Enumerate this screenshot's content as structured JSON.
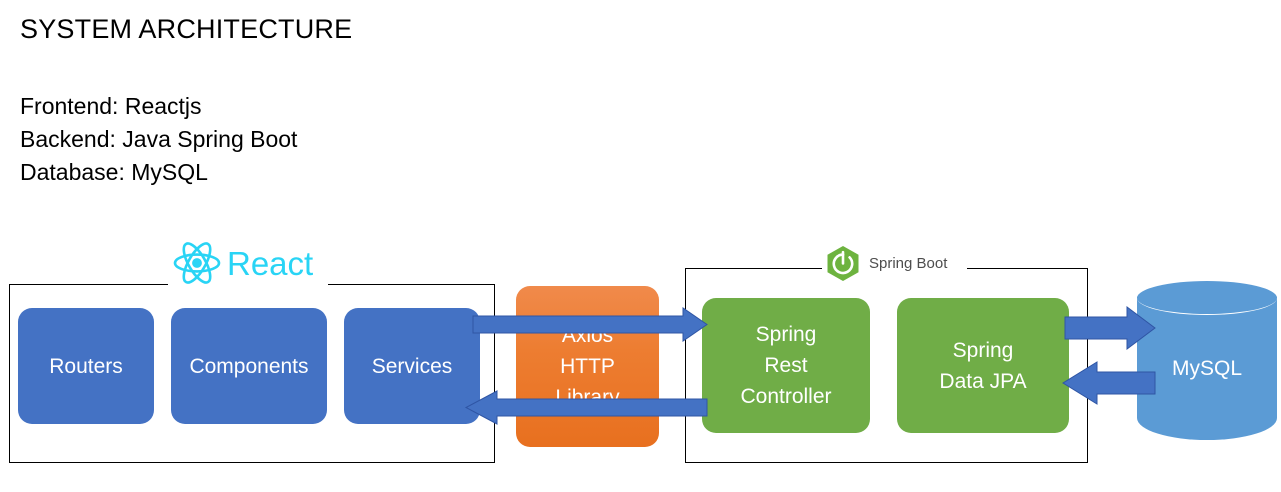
{
  "slide": {
    "title": "SYSTEM ARCHITECTURE",
    "specs": [
      "Frontend: Reactjs",
      "Backend: Java Spring Boot",
      "Database: MySQL"
    ]
  },
  "colors": {
    "frontend_node": "#4472C4",
    "middleware_node": "#ED7D31",
    "backend_node": "#70AD47",
    "database_node": "#5B9BD5",
    "arrow": "#4472C4",
    "react_cyan": "#29D4F5",
    "spring_green": "#6DB33F",
    "container_border": "#000000"
  },
  "frontend_group": {
    "logo_label": "React",
    "logo_icon": "react-atom-icon",
    "nodes": [
      {
        "id": "routers",
        "label": "Routers"
      },
      {
        "id": "components",
        "label": "Components"
      },
      {
        "id": "services",
        "label": "Services"
      }
    ]
  },
  "middleware": {
    "label_lines": [
      "Axios",
      "HTTP",
      "Library"
    ]
  },
  "backend_group": {
    "logo_label": "Spring Boot",
    "logo_icon": "spring-boot-leaf-icon",
    "nodes": [
      {
        "id": "rest-controller",
        "label_lines": [
          "Spring",
          "Rest",
          "Controller"
        ]
      },
      {
        "id": "spring-data-jpa",
        "label_lines": [
          "Spring",
          "Data JPA"
        ]
      }
    ]
  },
  "database": {
    "label": "MySQL",
    "shape": "cylinder"
  },
  "connections": [
    {
      "id": "services-to-rest-controller",
      "from": "services",
      "to": "rest-controller",
      "direction": "right"
    },
    {
      "id": "rest-controller-to-services",
      "from": "rest-controller",
      "to": "services",
      "direction": "left"
    },
    {
      "id": "jpa-to-mysql",
      "from": "spring-data-jpa",
      "to": "mysql",
      "direction": "right"
    },
    {
      "id": "mysql-to-jpa",
      "from": "mysql",
      "to": "spring-data-jpa",
      "direction": "left"
    }
  ]
}
